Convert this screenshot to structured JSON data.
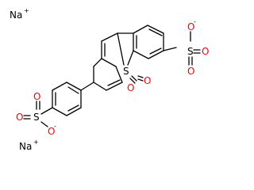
{
  "molecule": {
    "labels": {
      "sodium": "Na",
      "sulfur": "S",
      "oxygen": "O",
      "charge_plus": "+",
      "charge_minus": "-"
    },
    "colors": {
      "bond": "#000000",
      "oxygen": "#ff0000",
      "sulfur": "#000000"
    }
  }
}
